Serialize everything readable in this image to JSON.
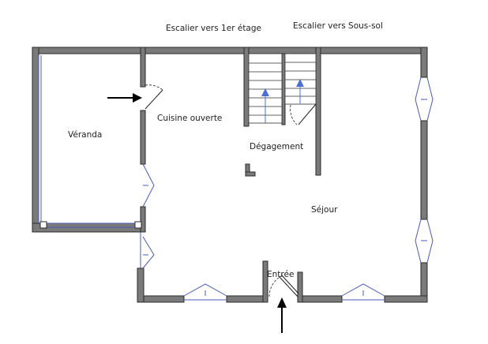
{
  "plan": {
    "labels": {
      "stair_up": "Escalier vers 1er étage",
      "stair_down": "Escalier vers Sous-sol",
      "veranda": "Véranda",
      "cuisine": "Cuisine ouverte",
      "degagement": "Dégagement",
      "sejour": "Séjour",
      "entree": "Entrée"
    },
    "colors": {
      "wall": "#7a7a7a",
      "window": "#4b5bb5",
      "stair_arrow": "#4b6fd1",
      "pointer": "#000000"
    },
    "icons": [
      "stair-up-arrow-icon",
      "stair-down-arrow-icon",
      "pointer-arrow-icon"
    ]
  }
}
